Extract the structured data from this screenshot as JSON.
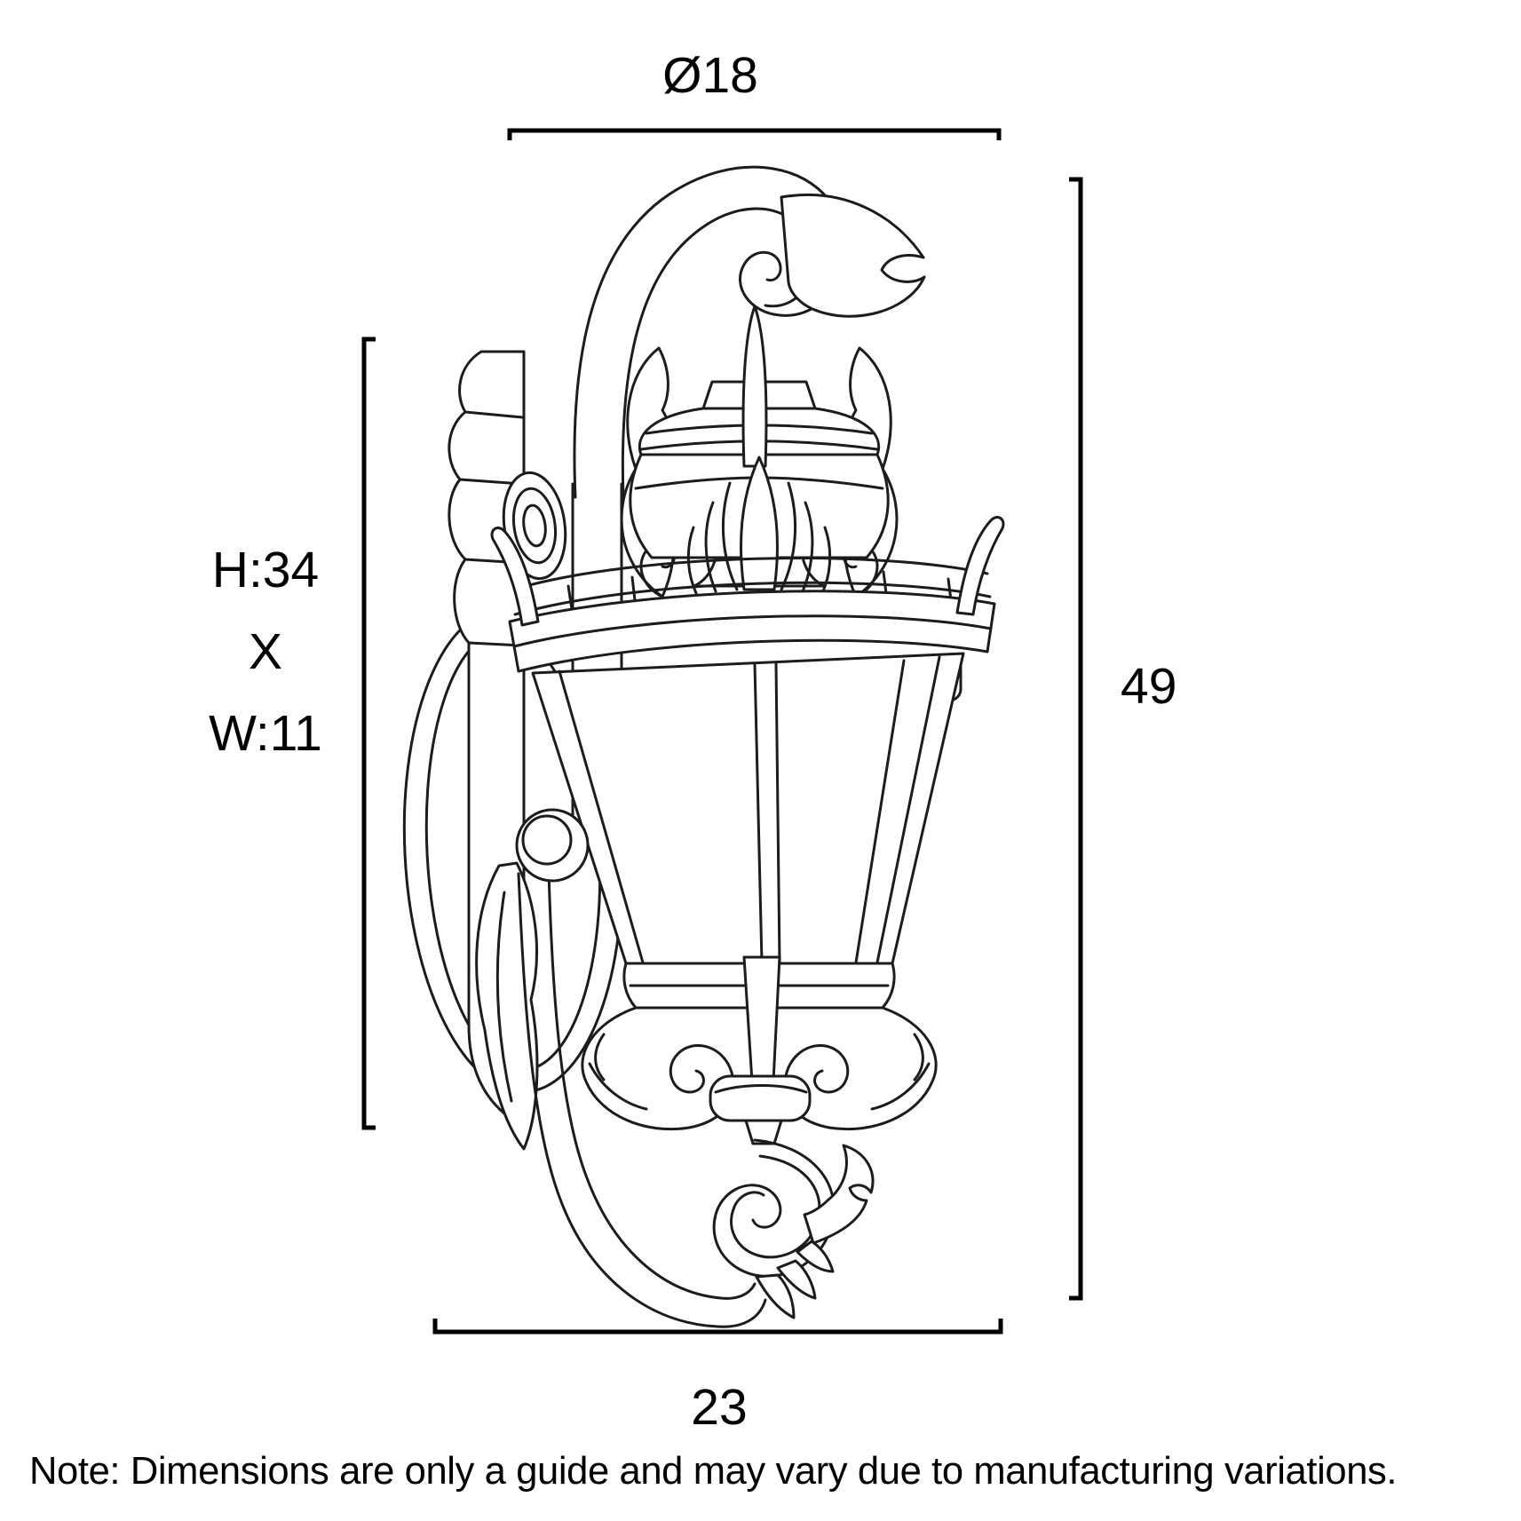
{
  "dimensions": {
    "diameter_top": "Ø18",
    "height_right": "49",
    "fixture_left": [
      "H:34",
      "X",
      "W:11"
    ],
    "width_bottom": "23"
  },
  "note": {
    "text": "Note: Dimensions are only a guide and may vary due to manufacturing variations."
  },
  "colors": {
    "background": "#ffffff",
    "line_art": "#1c1c1c",
    "dimension_lines": "#000000",
    "text": "#000000"
  }
}
